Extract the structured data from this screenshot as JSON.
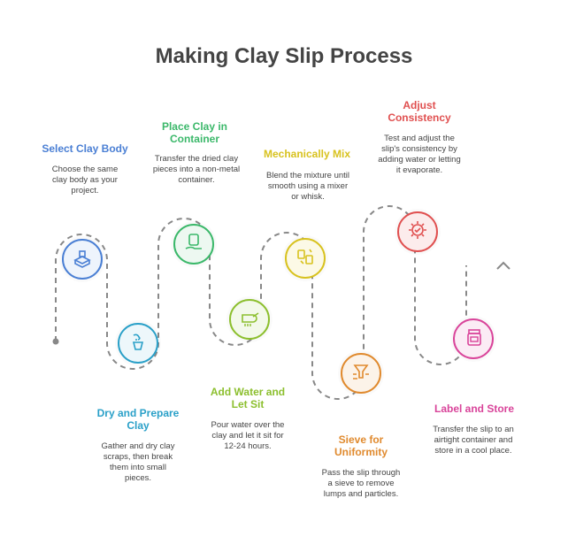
{
  "title": "Making Clay Slip Process",
  "steps": [
    {
      "title": "Select Clay Body",
      "desc": "Choose the same clay body as your project.",
      "color": "#4a7fd4",
      "icon": "clay-block-icon"
    },
    {
      "title": "Dry and Prepare Clay",
      "desc": "Gather and dry clay scraps, then break them into small pieces.",
      "color": "#2aa0c8",
      "icon": "hand-crumbling-icon"
    },
    {
      "title": "Place Clay in Container",
      "desc": "Transfer the dried clay pieces into a non-metal container.",
      "color": "#3bb86a",
      "icon": "container-hand-icon"
    },
    {
      "title": "Add Water and Let Sit",
      "desc": "Pour water over the clay and let it sit for 12-24 hours.",
      "color": "#8cbf2e",
      "icon": "watering-can-icon"
    },
    {
      "title": "Mechanically Mix",
      "desc": "Blend the mixture until smooth using a mixer or whisk.",
      "color": "#d8c21f",
      "icon": "mixer-icon"
    },
    {
      "title": "Sieve for Uniformity",
      "desc": "Pass the slip through a sieve to remove lumps and particles.",
      "color": "#e08a2e",
      "icon": "sieve-icon"
    },
    {
      "title": "Adjust Consistency",
      "desc": "Test and adjust the slip's consistency by adding water or letting it evaporate.",
      "color": "#e05050",
      "icon": "gear-check-icon"
    },
    {
      "title": "Label and Store",
      "desc": "Transfer the slip to an airtight container and store in a cool place.",
      "color": "#d9449a",
      "icon": "labeled-jar-icon"
    }
  ]
}
